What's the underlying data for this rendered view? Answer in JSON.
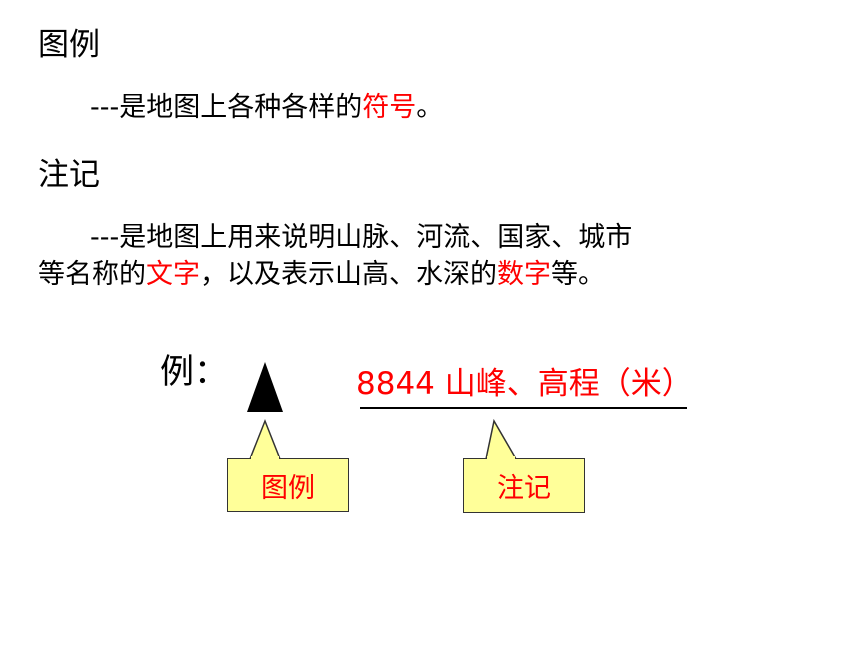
{
  "section_legend": {
    "title": "图例",
    "desc_prefix": "---是地图上各种各样的",
    "desc_highlight": "符号",
    "desc_suffix": "。"
  },
  "section_annotation": {
    "title": "注记",
    "line1": "---是地图上用来说明山脉、河流、国家、城市",
    "line2_a": "等名称的",
    "line2_b": "文字",
    "line2_c": "，以及表示山高、水深的",
    "line2_d": "数字",
    "line2_e": "等。"
  },
  "example": {
    "label": "例：",
    "mountain_text": "8844  山峰、高程（米）",
    "callout_legend": "图例",
    "callout_annotation": "注记"
  },
  "colors": {
    "highlight": "#ff0000",
    "callout_fill": "#ffff99"
  },
  "icons": {
    "peak": "filled-triangle-icon"
  }
}
